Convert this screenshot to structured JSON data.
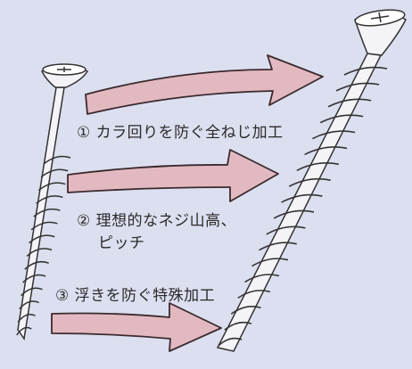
{
  "diagram": {
    "labels": [
      {
        "marker": "①",
        "text": "カラ回りを防ぐ全ねじ加工"
      },
      {
        "marker": "②",
        "text_line1": "理想的なネジ山高、",
        "text_line2": "ピッチ"
      },
      {
        "marker": "③",
        "text": "浮きを防ぐ特殊加工"
      }
    ],
    "colors": {
      "background": "#dcdfef",
      "arrow_fill": "#e3b9c1",
      "arrow_stroke": "#3a2a2e",
      "screw_fill": "#f4f4f8",
      "screw_stroke": "#333333"
    }
  }
}
